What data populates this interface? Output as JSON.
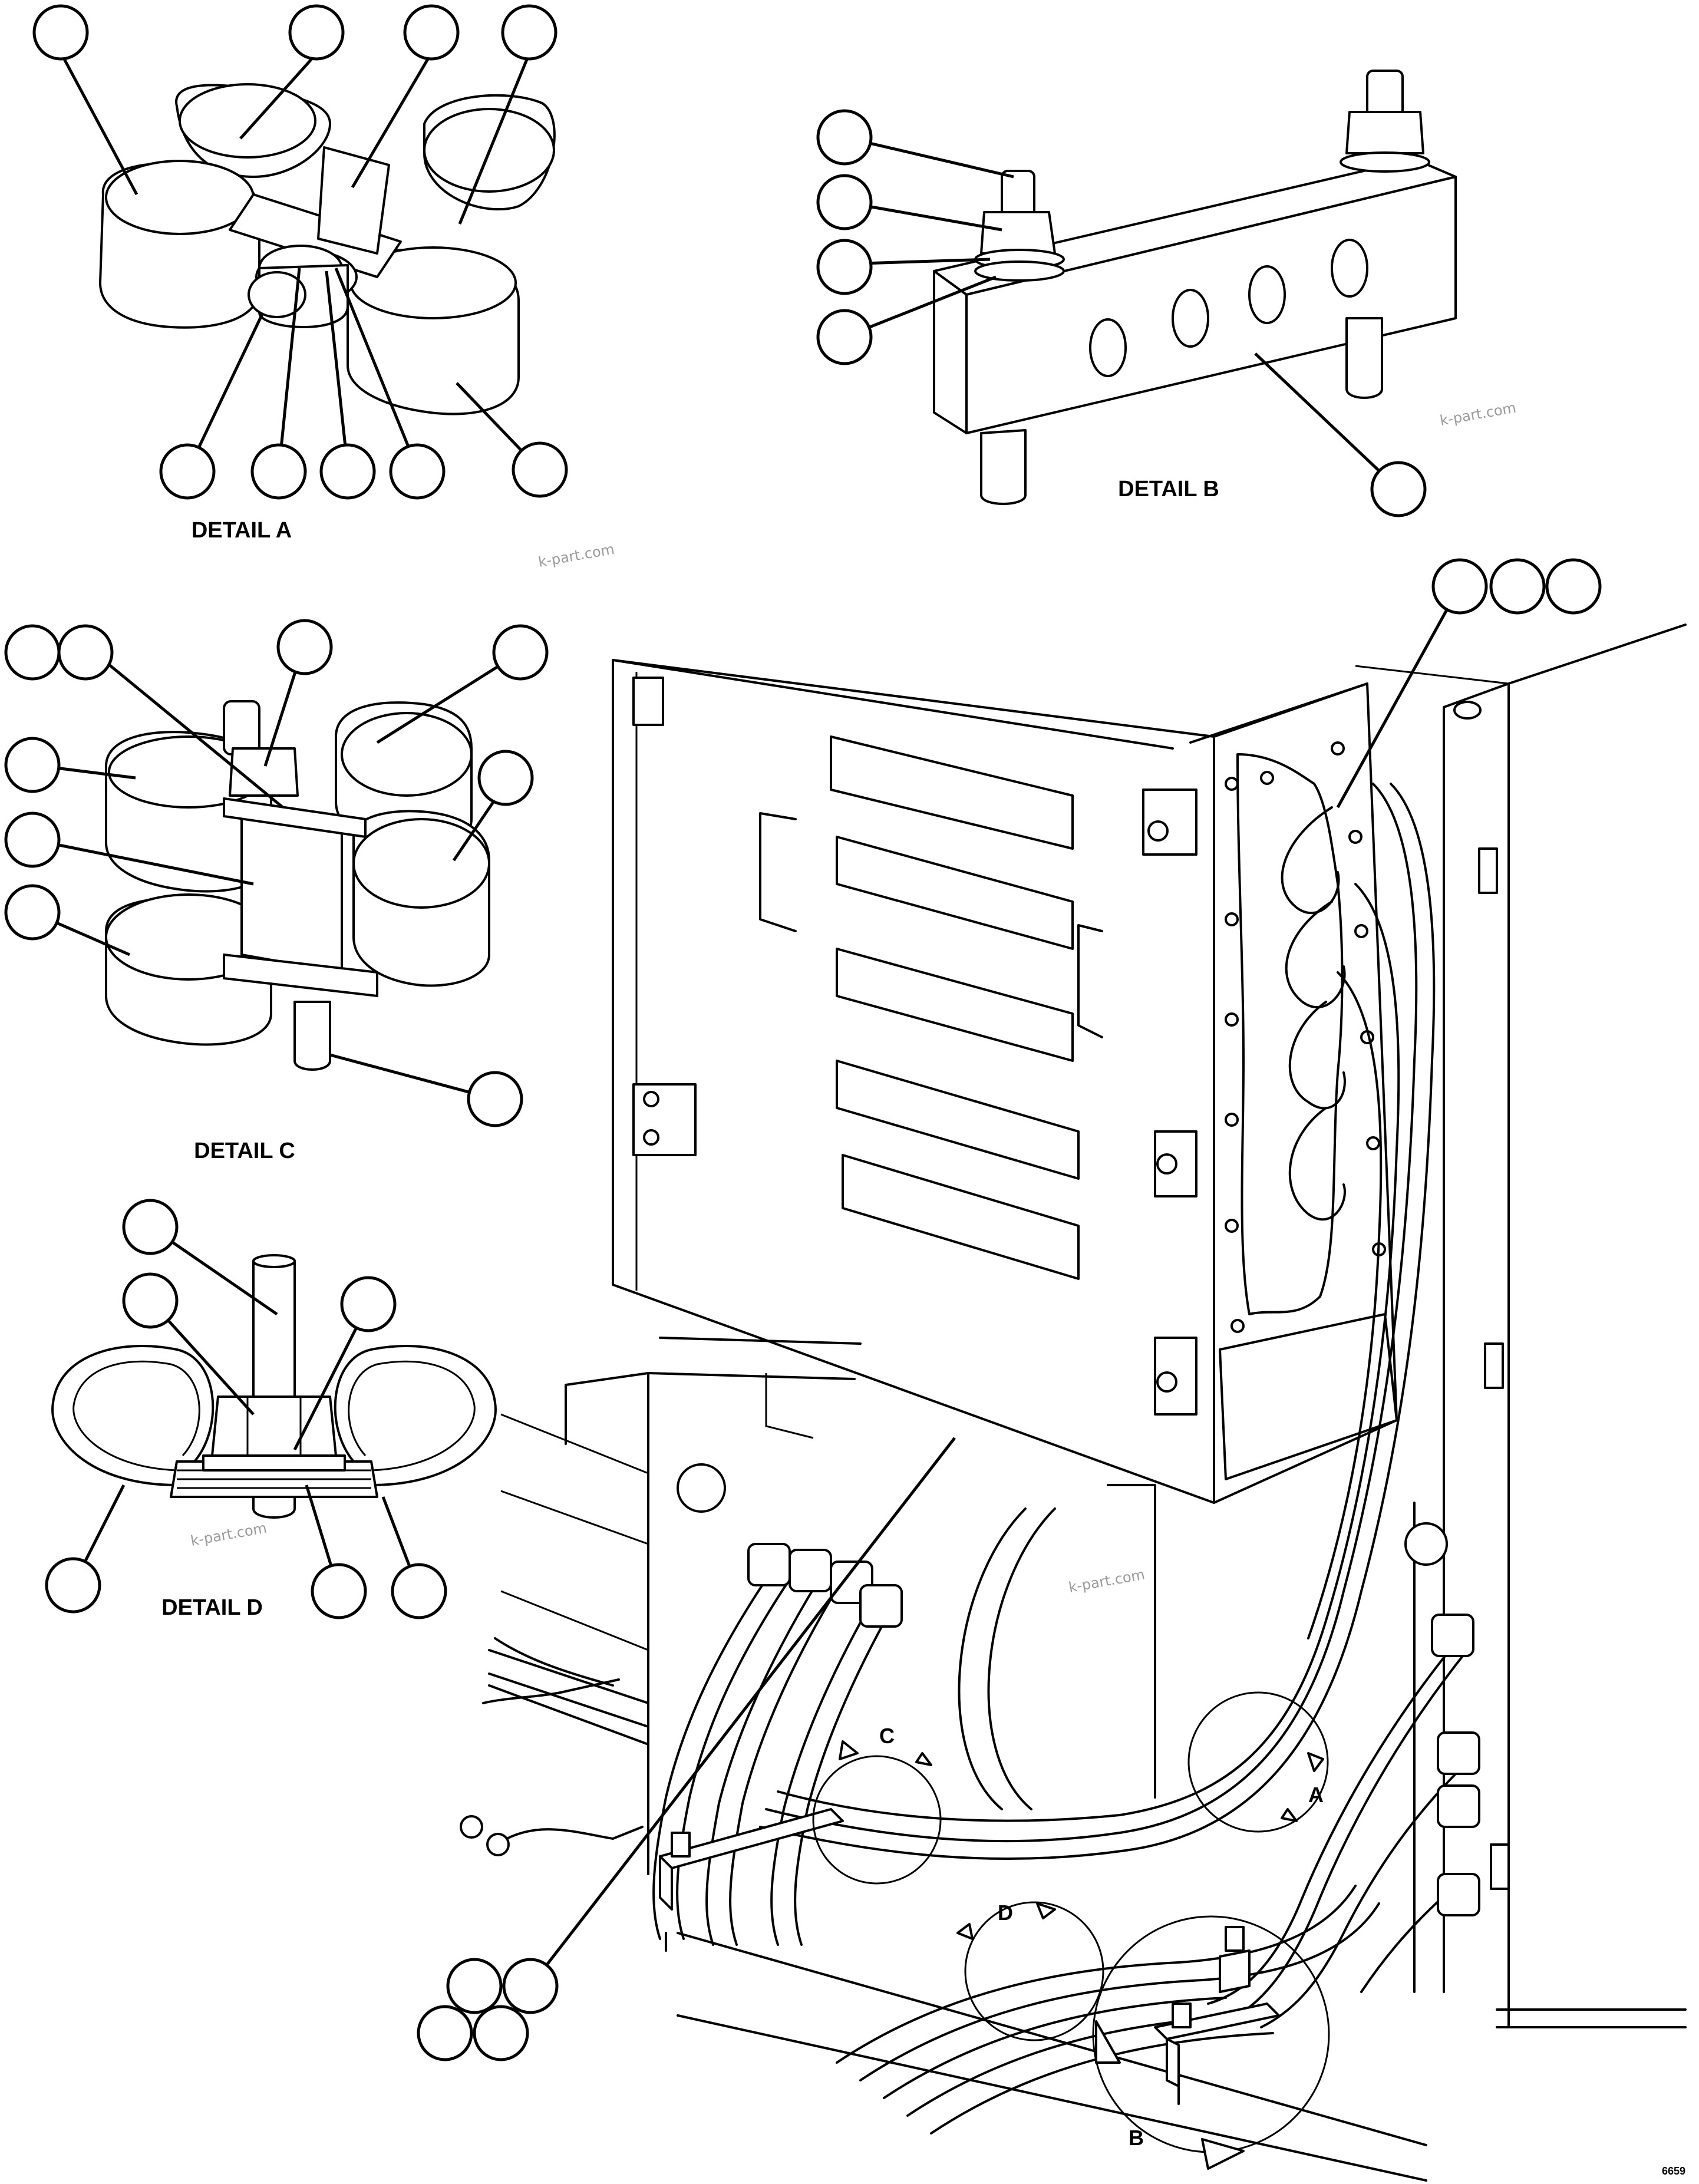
{
  "details": {
    "a": "DETAIL A",
    "b": "DETAIL B",
    "c": "DETAIL C",
    "d": "DETAIL D"
  },
  "view_letters": {
    "a": "A",
    "b": "B",
    "c": "C",
    "d": "D"
  },
  "watermark": "k-part.com",
  "figure_code": "6659",
  "colors": {
    "ink": "#000000",
    "paper": "#ffffff",
    "watermark": "#9a9a9a"
  }
}
